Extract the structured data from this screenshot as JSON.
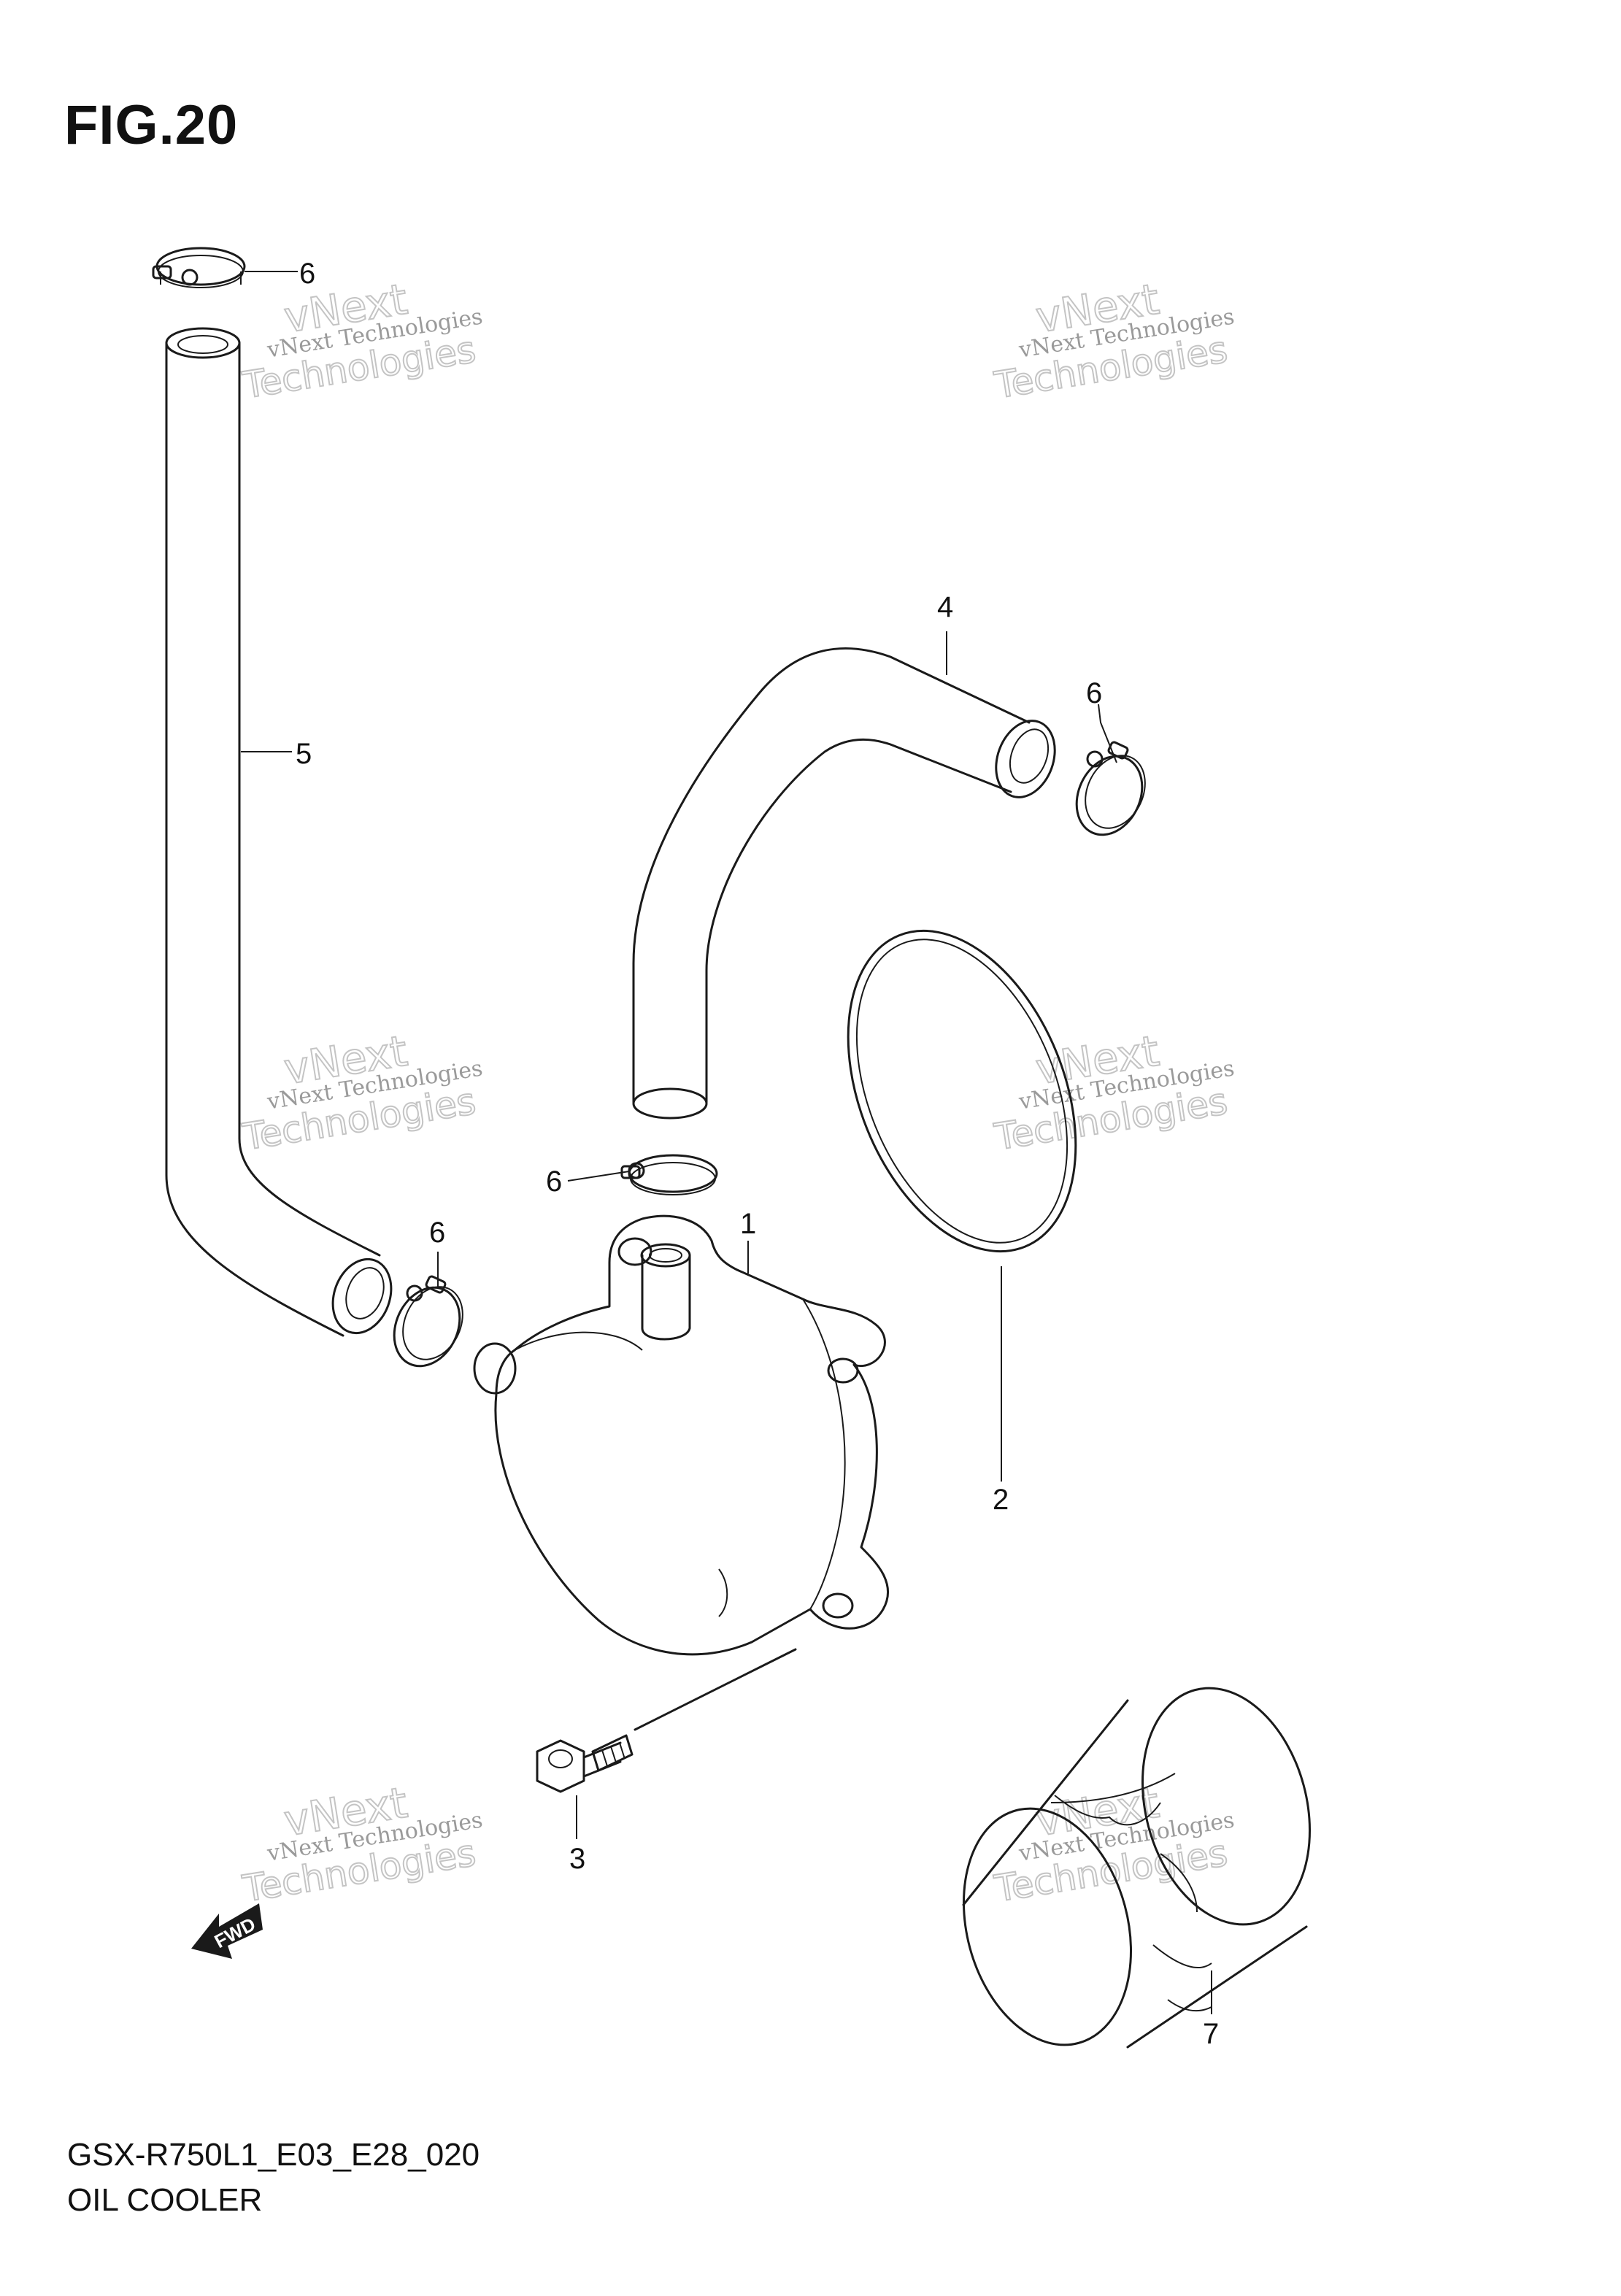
{
  "figure": {
    "title": "FIG.20"
  },
  "footer": {
    "code": "GSX-R750L1_E03_E28_020",
    "name": "OIL COOLER"
  },
  "callouts": [
    {
      "part": "oil-cooler",
      "label": "1"
    },
    {
      "part": "o-ring",
      "label": "2"
    },
    {
      "part": "bolt",
      "label": "3"
    },
    {
      "part": "hose-upper",
      "label": "4"
    },
    {
      "part": "hose-long",
      "label": "5"
    },
    {
      "part": "clamp",
      "label": "6"
    },
    {
      "part": "oil-filter",
      "label": "7"
    }
  ],
  "watermark": {
    "line1": "vNext Technologies",
    "line2": "vNext",
    "line3": "Technologies"
  },
  "fwd": {
    "label": "FWD"
  }
}
